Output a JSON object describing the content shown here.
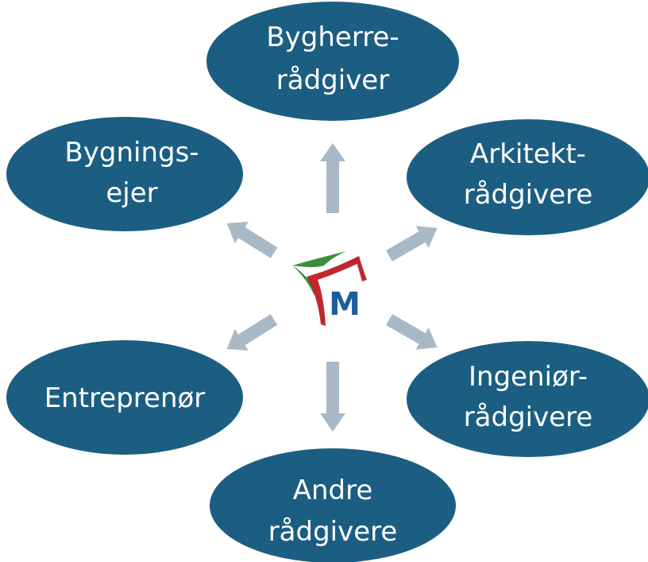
{
  "nodes": [
    {
      "id": "byggherre",
      "lines": [
        "Bygherre-",
        "rådgiver"
      ]
    },
    {
      "id": "bygningsejer",
      "lines": [
        "Bygnings-",
        "ejer"
      ]
    },
    {
      "id": "arkitekt",
      "lines": [
        "Arkitekt-",
        "rådgivere"
      ]
    },
    {
      "id": "entreprenor",
      "lines": [
        "Entreprenør"
      ]
    },
    {
      "id": "ingenior",
      "lines": [
        "Ingeniør-",
        "rådgivere"
      ]
    },
    {
      "id": "andre",
      "lines": [
        "Andre",
        "rådgivere"
      ]
    }
  ],
  "center_logo": {
    "letter": "M",
    "colors": {
      "green": "#3a8f3a",
      "red": "#c0272d",
      "blue": "#1b5e9a"
    }
  },
  "colors": {
    "node_fill": "#1b5e82",
    "arrow": "#a8b8c6",
    "text": "#ffffff"
  }
}
